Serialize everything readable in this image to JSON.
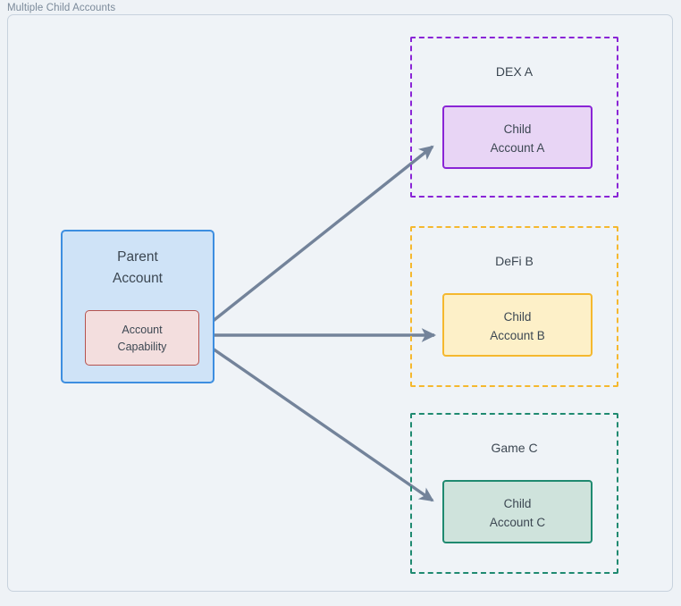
{
  "frame": {
    "title": "Multiple Child Accounts"
  },
  "parent": {
    "label": "Parent\nAccount",
    "capability_label": "Account\nCapability",
    "fill": "#cfe3f7",
    "border": "#3d8ee0",
    "capability_fill": "#f3dede",
    "capability_border": "#b5534f"
  },
  "groups": [
    {
      "name": "DEX A",
      "child_label": "Child\nAccount A",
      "border": "#8a25d6",
      "child_fill": "#e8d5f5"
    },
    {
      "name": "DeFi B",
      "child_label": "Child\nAccount B",
      "border": "#f5b82e",
      "child_fill": "#fdf0c8"
    },
    {
      "name": "Game C",
      "child_label": "Child\nAccount C",
      "border": "#1f8a70",
      "child_fill": "#cfe3dc"
    }
  ],
  "connectors": {
    "color": "#73839a",
    "arrows": [
      {
        "from": "Account Capability",
        "to": "Child Account A"
      },
      {
        "from": "Account Capability",
        "to": "Child Account B"
      },
      {
        "from": "Account Capability",
        "to": "Child Account C"
      }
    ]
  },
  "canvas": {
    "background": "#eef2f6",
    "frame_border": "#c7d2dd",
    "text_color": "#3c4752",
    "title_color": "#7b8a9a"
  }
}
